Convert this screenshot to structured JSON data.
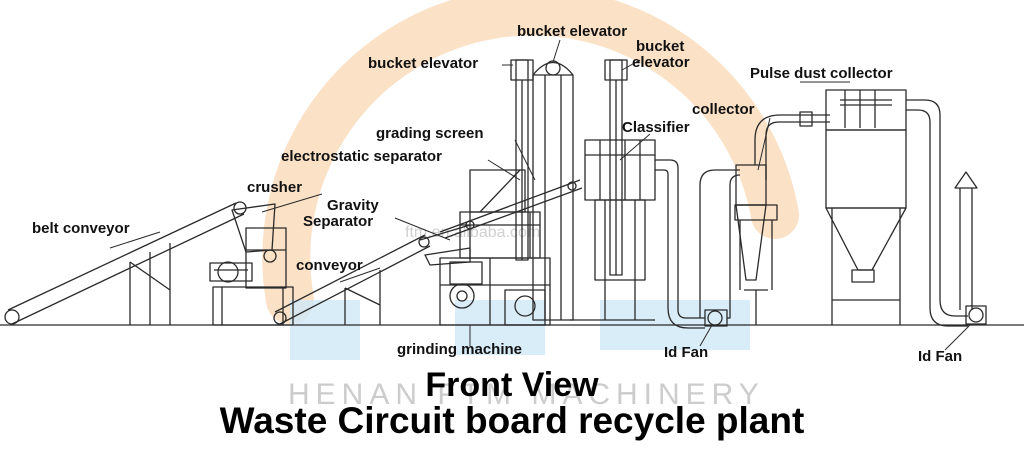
{
  "labels": {
    "bucket_elevator_top": "bucket elevator",
    "bucket_elevator_left": "bucket elevator",
    "bucket_elevator_right_1": "bucket",
    "bucket_elevator_right_2": "elevator",
    "pulse_dust_collector": "Pulse dust collector",
    "collector": "collector",
    "grading_screen": "grading screen",
    "classifier": "Classifier",
    "electrostatic_separator": "electrostatic separator",
    "crusher": "crusher",
    "gravity_separator_1": "Gravity",
    "gravity_separator_2": "Separator",
    "belt_conveyor": "belt conveyor",
    "conveyor": "conveyor",
    "grinding_machine": "grinding machine",
    "id_fan_1": "Id Fan",
    "id_fan_2": "Id Fan"
  },
  "title": {
    "line1": "Front View",
    "line2": "Waste Circuit board recycle plant"
  },
  "watermark": {
    "company": "HENAN FTM MACHINERY",
    "site": "ftm.en.alibaba.com"
  },
  "colors": {
    "line": "#2a2a2a",
    "watermark_orange": "#f6c79a",
    "watermark_blue": "#bfe3f5",
    "watermark_text": "#c8c8c8"
  }
}
